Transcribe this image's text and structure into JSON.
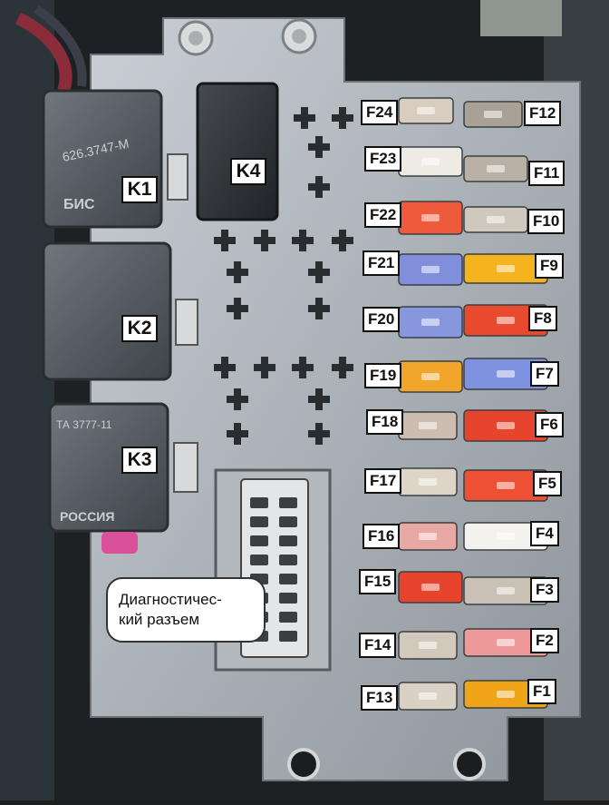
{
  "relays": [
    {
      "id": "k1",
      "label": "K1"
    },
    {
      "id": "k2",
      "label": "K2"
    },
    {
      "id": "k3",
      "label": "K3"
    },
    {
      "id": "k4",
      "label": "K4"
    }
  ],
  "fuses": [
    {
      "label": "F1",
      "color": "#f0a418"
    },
    {
      "label": "F2",
      "color": "#ef9a9a"
    },
    {
      "label": "F3",
      "color": "#c9c1b6"
    },
    {
      "label": "F4",
      "color": "#f4f2ee"
    },
    {
      "label": "F5",
      "color": "#ee5034"
    },
    {
      "label": "F6",
      "color": "#e8432c"
    },
    {
      "label": "F7",
      "color": "#7f92e0"
    },
    {
      "label": "F8",
      "color": "#e94a2e"
    },
    {
      "label": "F9",
      "color": "#f4b21c"
    },
    {
      "label": "F10",
      "color": "#cfc8bc"
    },
    {
      "label": "F11",
      "color": "#b9b1a5"
    },
    {
      "label": "F12",
      "color": "#a9a195"
    },
    {
      "label": "F13",
      "color": "#d9d1c4"
    },
    {
      "label": "F14",
      "color": "#d2c9bc"
    },
    {
      "label": "F15",
      "color": "#e8432c"
    },
    {
      "label": "F16",
      "color": "#e8a9a4"
    },
    {
      "label": "F17",
      "color": "#ddd5c8"
    },
    {
      "label": "F18",
      "color": "#cdbcb0"
    },
    {
      "label": "F19",
      "color": "#f1a52a"
    },
    {
      "label": "F20",
      "color": "#8797de"
    },
    {
      "label": "F21",
      "color": "#7f8fdc"
    },
    {
      "label": "F22",
      "color": "#ee5a3c"
    },
    {
      "label": "F23",
      "color": "#eeeae4"
    },
    {
      "label": "F24",
      "color": "#d8cdbf"
    }
  ],
  "relay_texts": {
    "k1_code": "626.3747-М",
    "k1_brand": "БИС",
    "k3_code": "ТА 3777-11",
    "k3_brand": "РОССИЯ"
  },
  "diagnostic_label": {
    "line1": "Диагностичес-",
    "line2": "кий разъем"
  }
}
